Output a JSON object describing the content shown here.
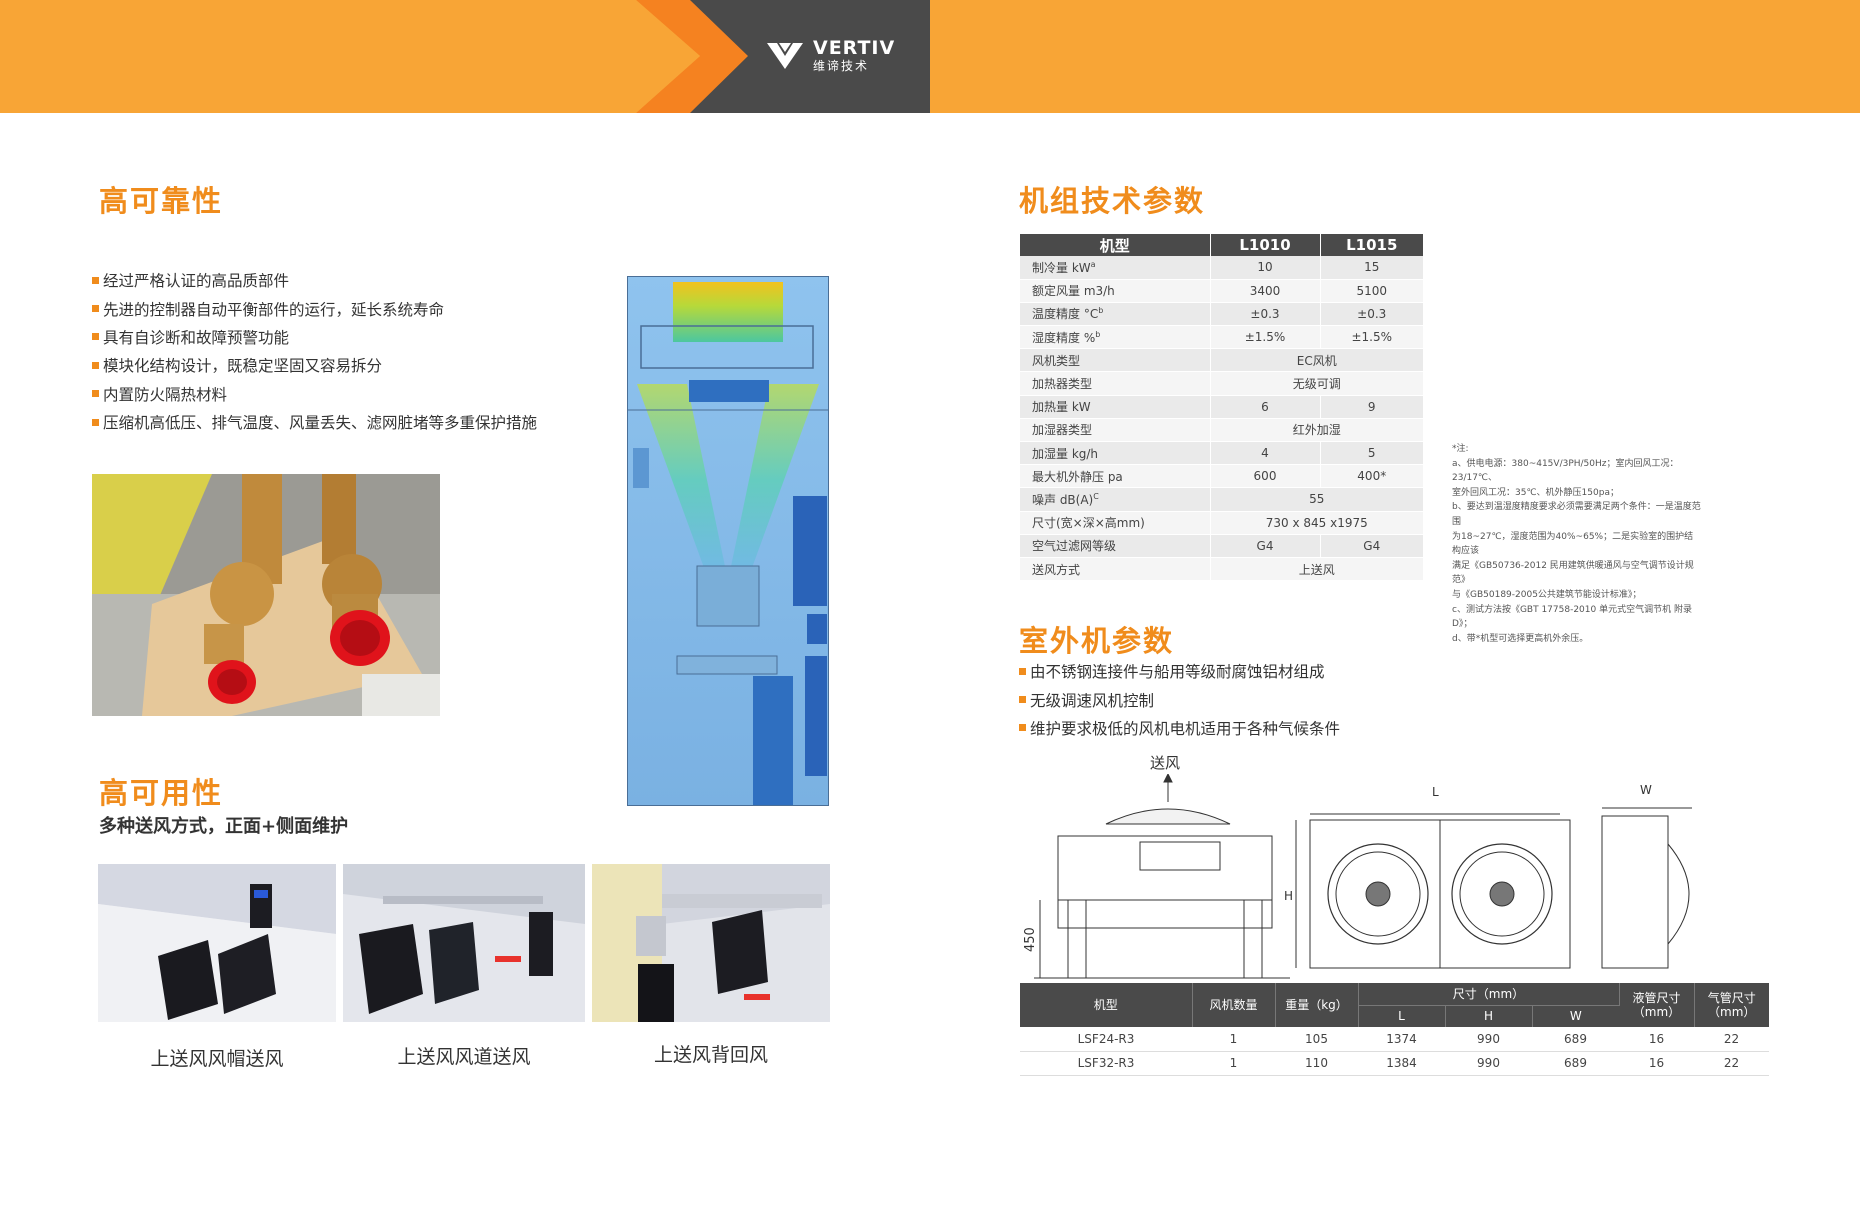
{
  "brand": {
    "name": "VERTIV",
    "cn_name": "维谛技术",
    "colors": {
      "orange": "#f8a536",
      "dark_orange": "#f08c1c",
      "gray": "#555555"
    }
  },
  "left": {
    "reliability": {
      "title": "高可靠性",
      "bullets": [
        "经过严格认证的高品质部件",
        "先进的控制器自动平衡部件的运行，延长系统寿命",
        "具有自诊断和故障预警功能",
        "模块化结构设计，既稳定坚固又容易拆分",
        "内置防火隔热材料",
        "压缩机高低压、排气温度、风量丢失、滤网脏堵等多重保护措施"
      ]
    },
    "availability": {
      "title": "高可用性",
      "subtitle": "多种送风方式，正面+侧面维护",
      "captions": [
        "上送风风帽送风",
        "上送风风道送风",
        "上送风背回风"
      ]
    }
  },
  "right": {
    "specs": {
      "title": "机组技术参数",
      "columns": [
        "机型",
        "L1010",
        "L1015"
      ],
      "rows": [
        {
          "label": "制冷量 kW",
          "sup": "a",
          "v1": "10",
          "v2": "15"
        },
        {
          "label": "额定风量 m3/h",
          "sup": "",
          "v1": "3400",
          "v2": "5100"
        },
        {
          "label": "温度精度 °C",
          "sup": "b",
          "v1": "±0.3",
          "v2": "±0.3"
        },
        {
          "label": "湿度精度 %",
          "sup": "b",
          "v1": "±1.5%",
          "v2": "±1.5%"
        },
        {
          "label": "风机类型",
          "sup": "",
          "merged": "EC风机"
        },
        {
          "label": "加热器类型",
          "sup": "",
          "merged": "无级可调"
        },
        {
          "label": "加热量 kW",
          "sup": "",
          "v1": "6",
          "v2": "9"
        },
        {
          "label": "加湿器类型",
          "sup": "",
          "merged": "红外加湿"
        },
        {
          "label": "加湿量 kg/h",
          "sup": "",
          "v1": "4",
          "v2": "5"
        },
        {
          "label": "最大机外静压 pa",
          "sup": "",
          "v1": "600",
          "v2": "400*"
        },
        {
          "label": "噪声 dB(A)",
          "sup": "C",
          "merged": "55"
        },
        {
          "label": "尺寸(宽×深×高mm)",
          "sup": "",
          "merged": "730 x 845 x1975"
        },
        {
          "label": "空气过滤网等级",
          "sup": "",
          "v1": "G4",
          "v2": "G4"
        },
        {
          "label": "送风方式",
          "sup": "",
          "merged": "上送风"
        }
      ],
      "notes": [
        "*注:",
        "a、供电电源：380~415V/3PH/50Hz；室内回风工况：23/17℃、",
        "室外回风工况：35℃、机外静压150pa；",
        "b、要达到温湿度精度要求必须需要满足两个条件：一是温度范围",
        "为18~27℃，湿度范围为40%~65%；二是实验室的围护结构应该",
        "满足《GB50736-2012 民用建筑供暖通风与空气调节设计规范》",
        "与《GB50189-2005公共建筑节能设计标准》；",
        "c、测试方法按《GBT 17758-2010 单元式空气调节机 附录D》；",
        "d、带*机型可选择更高机外余压。"
      ]
    },
    "outdoor": {
      "title": "室外机参数",
      "bullets": [
        "由不锈钢连接件与船用等级耐腐蚀铝材组成",
        "无级调速风机控制",
        "维护要求极低的风机电机适用于各种气候条件"
      ],
      "drawing_labels": {
        "airflow": "送风",
        "L": "L",
        "W": "W",
        "H": "H",
        "height": "450"
      },
      "table": {
        "headers": {
          "model": "机型",
          "fans": "风机数量",
          "weight": "重量（kg）",
          "size": "尺寸（mm）",
          "L": "L",
          "H": "H",
          "W": "W",
          "liquid": "液管尺寸（mm）",
          "gas": "气管尺寸（mm）"
        },
        "rows": [
          {
            "model": "LSF24-R3",
            "fans": "1",
            "weight": "105",
            "L": "1374",
            "H": "990",
            "W": "689",
            "liquid": "16",
            "gas": "22"
          },
          {
            "model": "LSF32-R3",
            "fans": "1",
            "weight": "110",
            "L": "1384",
            "H": "990",
            "W": "689",
            "liquid": "16",
            "gas": "22"
          }
        ]
      }
    }
  }
}
